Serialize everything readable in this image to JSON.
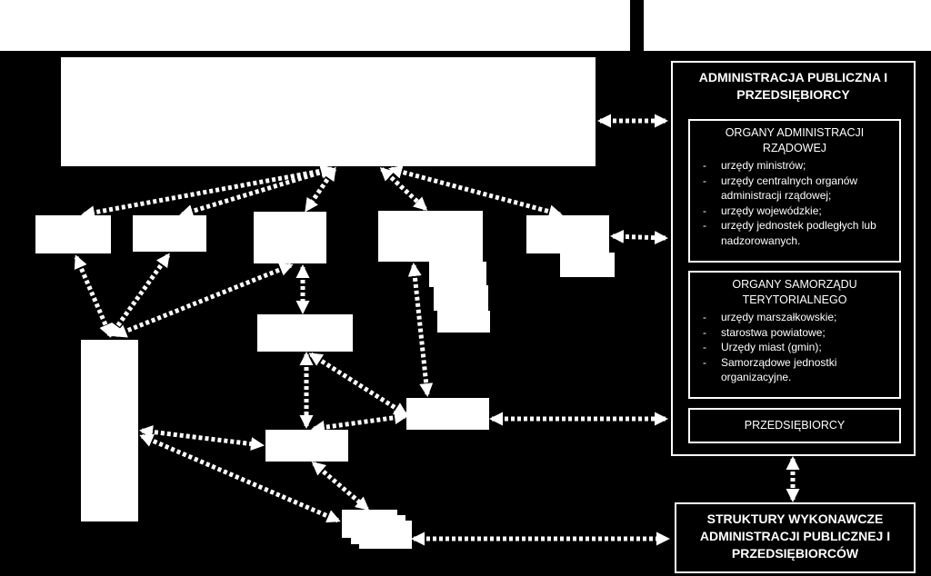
{
  "admin": {
    "title_line1": "ADMINISTRACJA PUBLICZNA I",
    "title_line2": "PRZEDSIĘBIORCY",
    "rzad": {
      "title_line1": "ORGANY ADMINISTRACJI",
      "title_line2": "RZĄDOWEJ",
      "items": [
        "urzędy ministrów;",
        "urzędy centralnych organów administracji rządowej;",
        "urzędy wojewódzkie;",
        "urzędy jednostek podległych lub nadzorowanych."
      ]
    },
    "samorzad": {
      "title_line1": "ORGANY SAMORZĄDU",
      "title_line2": "TERYTORIALNEGO",
      "items": [
        "urzędy marszałkowskie;",
        "starostwa powiatowe;",
        "Urzędy miast (gmin);",
        "Samorządowe jednostki organizacyjne."
      ]
    },
    "przedsiebiorcy": "PRZEDSIĘBIORCY"
  },
  "struktury": {
    "line1": "STRUKTURY WYKONAWCZE",
    "line2": "ADMINISTRACJI PUBLICZNEJ I",
    "line3": "PRZEDSIĘBIORCÓW"
  },
  "colors": {
    "background": "#000000",
    "box": "#ffffff",
    "arrow": "#ffffff"
  }
}
